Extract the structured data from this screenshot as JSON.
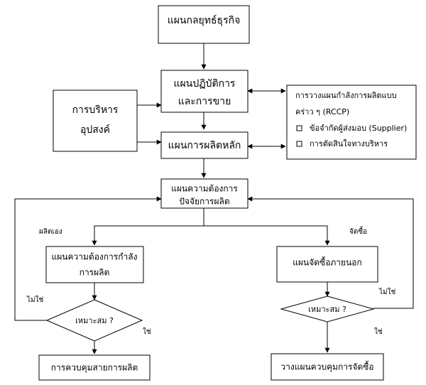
{
  "boxes": {
    "strategic": "แผนกลยุทธ์ธุรกิจ",
    "sop_line1": "แผนปฏิบัติการ",
    "sop_line2": "และการขาย",
    "demand_line1": "การบริหาร",
    "demand_line2": "อุปสงค์",
    "mps": "แผนการผลิตหลัก",
    "rccp_line1": "การวางแผนกำลังการผลิตแบบ",
    "rccp_line2": "คร่าว ๆ (RCCP)",
    "rccp_item1": "ข้อจำกัดผู้ส่งมอบ (Supplier)",
    "rccp_item2": "การตัดสินใจทางบริหาร",
    "mrp_line1": "แผนความต้องการ",
    "mrp_line2": "ปัจจัยการผลิต",
    "crp_line1": "แผนความต้องการกำลัง",
    "crp_line2": "การผลิต",
    "purchase_plan": "แผนจัดซื้อภายนอก",
    "fit_left": "เหมาะสม ?",
    "fit_right": "เหมาะสม ?",
    "shop_floor": "การควบคุมสายการผลิต",
    "purchase_control": "วางแผนควบคุมการจัดซื้อ"
  },
  "labels": {
    "make": "ผลิตเอง",
    "buy": "จัดซื้อ",
    "no_left": "ไม่ใช่",
    "no_right": "ไม่ใช่",
    "yes_left": "ใช่",
    "yes_right": "ใช่"
  }
}
